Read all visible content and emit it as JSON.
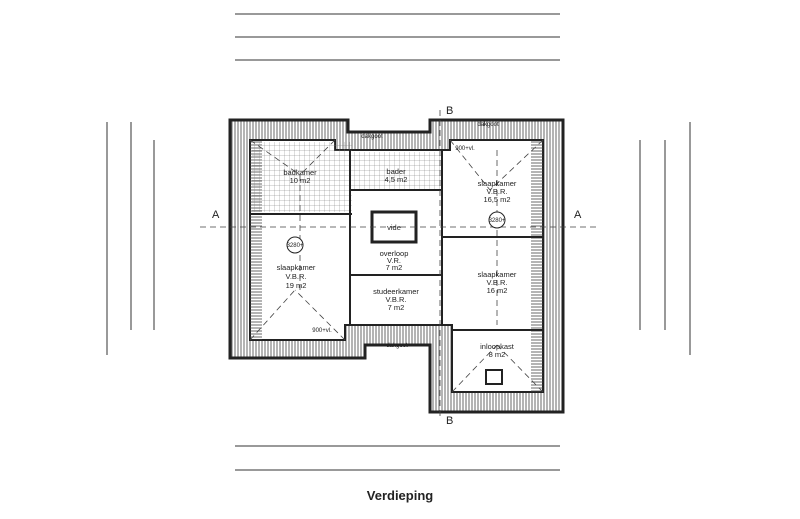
{
  "title": "Verdieping",
  "section_markers": {
    "a_left": "A",
    "a_right": "A",
    "b_top": "B",
    "b_bottom": "B"
  },
  "rooms": [
    {
      "name": "badkamer",
      "area": "10 m2"
    },
    {
      "name": "bader",
      "area": "4,5 m2"
    },
    {
      "name": "slaapkamer",
      "type": "V.B.R.",
      "area": "16,5 m2"
    },
    {
      "name": "vide"
    },
    {
      "name": "overloop",
      "type": "V.R.",
      "area": "7 m2"
    },
    {
      "name": "slaapkamer",
      "type": "V.B.R.",
      "area": "19 m2"
    },
    {
      "name": "studeerkamer",
      "type": "V.B.R.",
      "area": "7 m2"
    },
    {
      "name": "slaapkamer",
      "type": "V.B.R.",
      "area": "16 m2"
    },
    {
      "name": "inloopkast",
      "area": "8 m2"
    }
  ],
  "annotations": {
    "height_mark": "3280+",
    "window_sill": "900+vl.",
    "gutter": "dakgoot"
  },
  "colors": {
    "line": "#333333",
    "background": "#ffffff"
  }
}
